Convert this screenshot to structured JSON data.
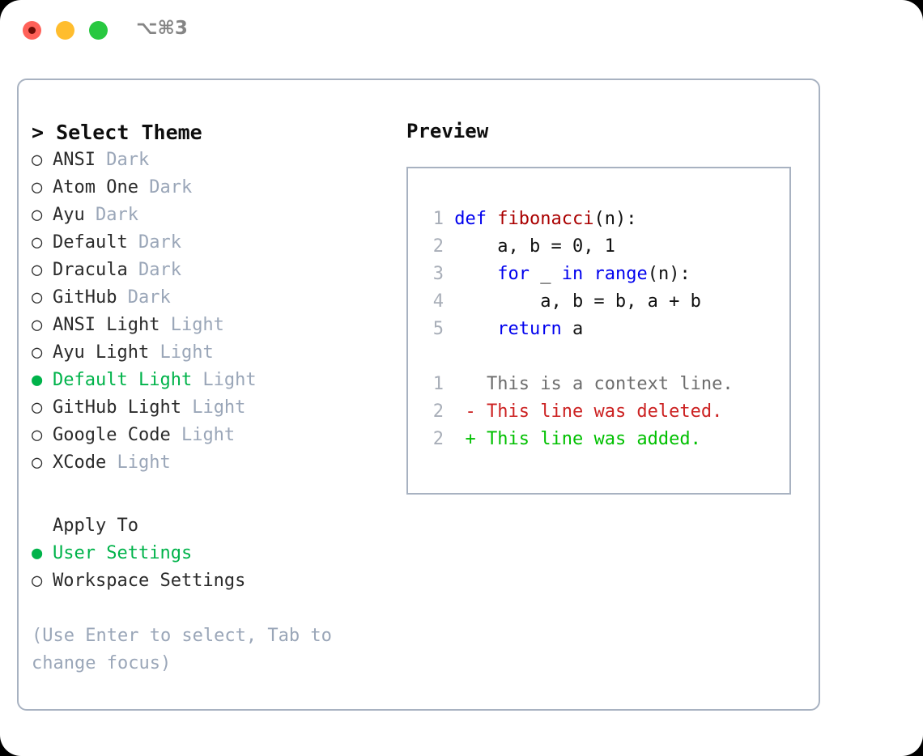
{
  "window": {
    "title": "⌥⌘3",
    "traffic_lights": [
      {
        "name": "close",
        "color": "#ff6159"
      },
      {
        "name": "minimize",
        "color": "#ffbd2e"
      },
      {
        "name": "maximize",
        "color": "#28c840"
      }
    ]
  },
  "colors": {
    "selected_green": "#00b34a",
    "variant_muted": "#9aa6b8",
    "keyword_blue": "#0000ee",
    "function_red": "#aa0000",
    "diff_deleted": "#cc2222",
    "diff_added": "#00c000",
    "panel_border": "#a8b2c1"
  },
  "theme_list": {
    "header": "> Select Theme",
    "items": [
      {
        "marker": "○",
        "name": "ANSI",
        "variant": "Dark",
        "selected": false
      },
      {
        "marker": "○",
        "name": "Atom One",
        "variant": "Dark",
        "selected": false
      },
      {
        "marker": "○",
        "name": "Ayu",
        "variant": "Dark",
        "selected": false
      },
      {
        "marker": "○",
        "name": "Default",
        "variant": "Dark",
        "selected": false
      },
      {
        "marker": "○",
        "name": "Dracula",
        "variant": "Dark",
        "selected": false
      },
      {
        "marker": "○",
        "name": "GitHub",
        "variant": "Dark",
        "selected": false
      },
      {
        "marker": "○",
        "name": "ANSI Light",
        "variant": "Light",
        "selected": false
      },
      {
        "marker": "○",
        "name": "Ayu Light",
        "variant": "Light",
        "selected": false
      },
      {
        "marker": "●",
        "name": "Default Light",
        "variant": "Light",
        "selected": true
      },
      {
        "marker": "○",
        "name": "GitHub Light",
        "variant": "Light",
        "selected": false
      },
      {
        "marker": "○",
        "name": "Google Code",
        "variant": "Light",
        "selected": false
      },
      {
        "marker": "○",
        "name": "XCode",
        "variant": "Light",
        "selected": false
      }
    ]
  },
  "apply_to": {
    "title": "Apply To",
    "options": [
      {
        "marker": "●",
        "label": "User Settings",
        "selected": true
      },
      {
        "marker": "○",
        "label": "Workspace Settings",
        "selected": false
      }
    ]
  },
  "hint": "(Use Enter to select, Tab to change focus)",
  "preview": {
    "title": "Preview",
    "code_lines": [
      {
        "lno": "1",
        "tokens": [
          {
            "t": "def",
            "c": "kw"
          },
          {
            "t": " ",
            "c": "pl"
          },
          {
            "t": "fibonacci",
            "c": "fn"
          },
          {
            "t": "(n):",
            "c": "pl"
          }
        ]
      },
      {
        "lno": "2",
        "tokens": [
          {
            "t": "    a, b = 0, 1",
            "c": "pl"
          }
        ]
      },
      {
        "lno": "3",
        "tokens": [
          {
            "t": "    ",
            "c": "pl"
          },
          {
            "t": "for",
            "c": "kw"
          },
          {
            "t": " _ ",
            "c": "pl"
          },
          {
            "t": "in",
            "c": "kw"
          },
          {
            "t": " ",
            "c": "pl"
          },
          {
            "t": "range",
            "c": "kw"
          },
          {
            "t": "(n):",
            "c": "pl"
          }
        ]
      },
      {
        "lno": "4",
        "tokens": [
          {
            "t": "        a, b = b, a + b",
            "c": "pl"
          }
        ]
      },
      {
        "lno": "5",
        "tokens": [
          {
            "t": "    ",
            "c": "pl"
          },
          {
            "t": "return",
            "c": "kw"
          },
          {
            "t": " a",
            "c": "pl"
          }
        ]
      }
    ],
    "diff_lines": [
      {
        "lno": "1",
        "sign": "  ",
        "text": "This is a context line.",
        "kind": "ctx"
      },
      {
        "lno": "2",
        "sign": "- ",
        "text": "This line was deleted.",
        "kind": "del"
      },
      {
        "lno": "2",
        "sign": "+ ",
        "text": "This line was added.",
        "kind": "add"
      }
    ]
  }
}
